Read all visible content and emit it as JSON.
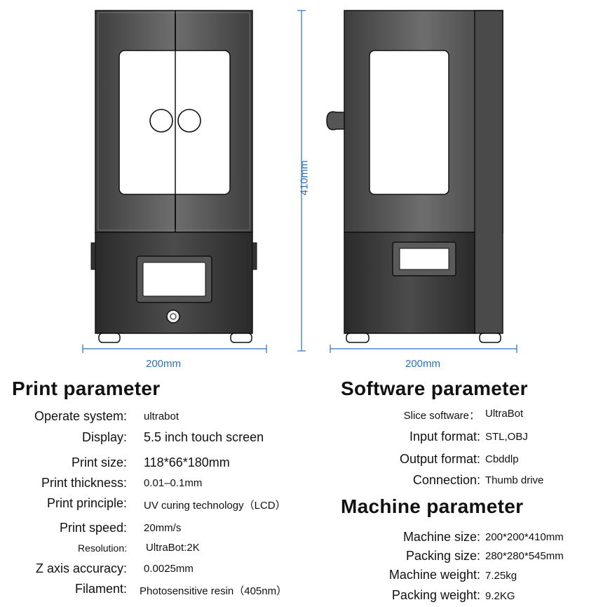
{
  "dimensions": {
    "front_width": "200mm",
    "side_width": "200mm",
    "height": "410mm"
  },
  "print_parameter": {
    "title": "Print parameter",
    "rows": [
      {
        "label": "Operate system:",
        "value": "ultrabot"
      },
      {
        "label": "Display:",
        "value": "5.5 inch touch screen"
      },
      {
        "label": "Print size:",
        "value": "118*66*180mm"
      },
      {
        "label": "Print thickness:",
        "value": "0.01–0.1mm"
      },
      {
        "label": "Print principle:",
        "value": "UV curing technology（LCD）"
      },
      {
        "label": "Print speed:",
        "value": "20mm/s"
      },
      {
        "label": "Resolution:",
        "value": "UltraBot:2K"
      },
      {
        "label": "Z axis accuracy:",
        "value": "0.0025mm"
      },
      {
        "label": "Filament:",
        "value": "Photosensitive resin（405nm）"
      }
    ]
  },
  "software_parameter": {
    "title": "Software parameter",
    "rows": [
      {
        "label": "Slice software：",
        "value": "UltraBot"
      },
      {
        "label": "Input format:",
        "value": "STL,OBJ"
      },
      {
        "label": "Output format:",
        "value": "Cbddlp"
      },
      {
        "label": "Connection:",
        "value": "Thumb drive"
      }
    ]
  },
  "machine_parameter": {
    "title": "Machine parameter",
    "rows": [
      {
        "label": "Machine size:",
        "value": "200*200*410mm"
      },
      {
        "label": "Packing size:",
        "value": "280*280*545mm"
      },
      {
        "label": "Machine weight:",
        "value": "7.25kg"
      },
      {
        "label": "Packing weight:",
        "value": "9.2KG"
      }
    ]
  },
  "colors": {
    "dimension_line": "#2b73b8",
    "printer_body": "#5a5a5a",
    "outline": "#111111"
  }
}
